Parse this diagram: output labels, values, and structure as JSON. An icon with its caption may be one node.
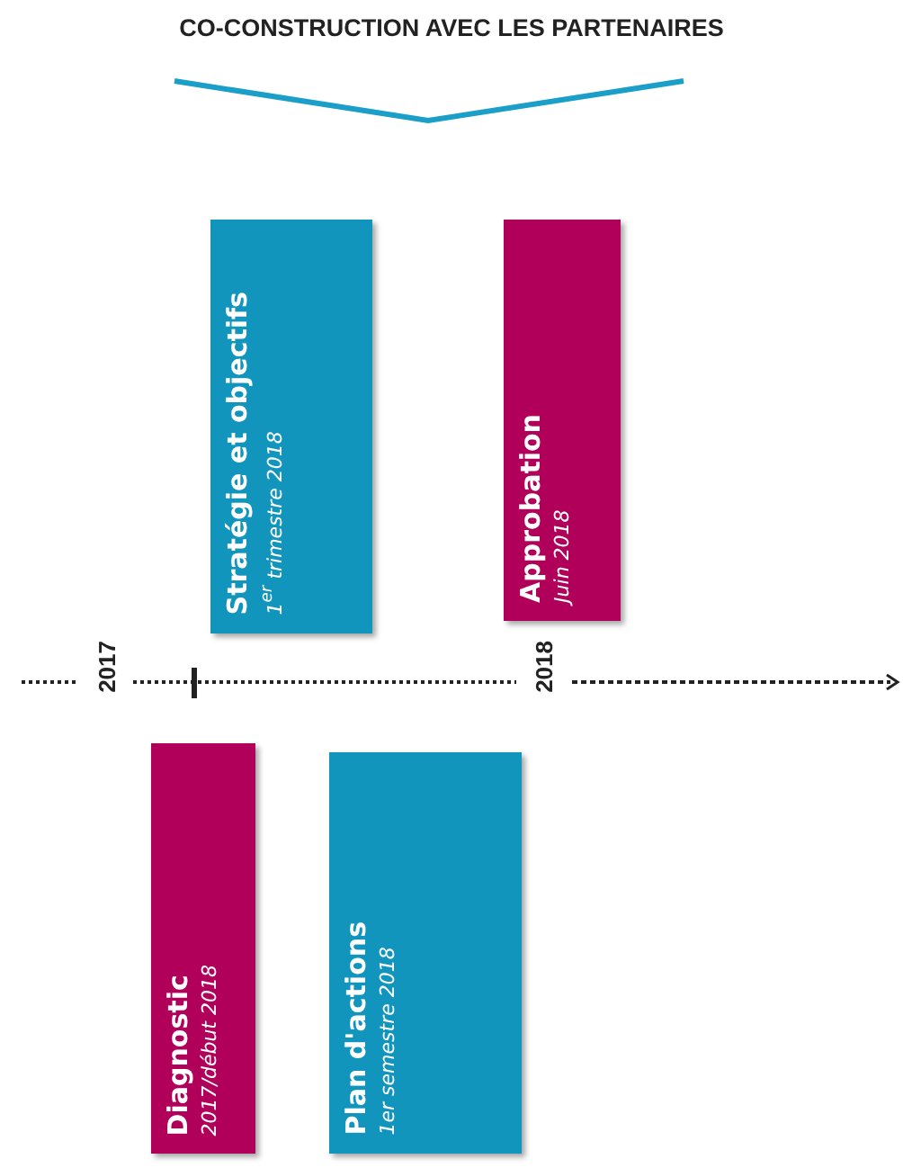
{
  "diagram": {
    "title": "CO-CONSTRUCTION AVEC LES PARTENAIRES",
    "nodes": [
      {
        "text": [
          "Stratégie et objectifs",
          "1$^{er}$ trimestre 2018"
        ]
      },
      {
        "text": [
          "Approbation",
          "Juin 2018"
        ]
      },
      {
        "text": [
          "Diagnostic",
          "2017/début 2018"
        ]
      },
      {
        "text": [
          "Plan d'actions",
          "1er semestre 2018"
        ]
      }
    ],
    "edges": [],
    "labels": [
      "2017",
      "2018"
    ]
  }
}
